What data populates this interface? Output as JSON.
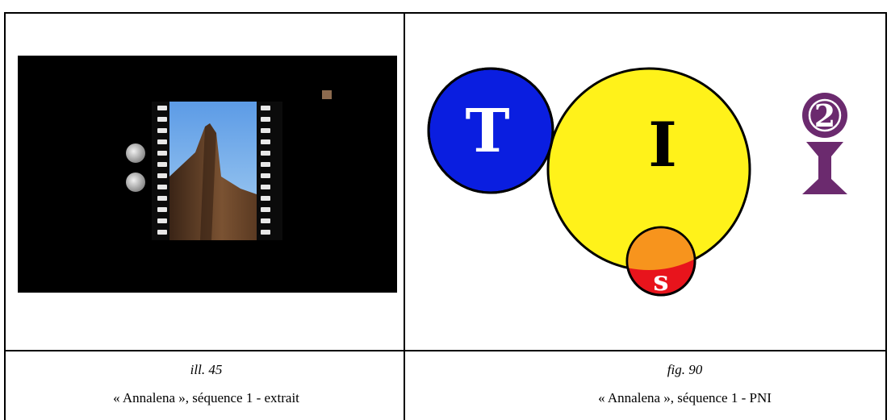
{
  "left": {
    "caption_number": "ill. 45",
    "caption_text": "« Annalena », séquence 1 - extrait"
  },
  "right": {
    "caption_number": "fig. 90",
    "caption_text": "« Annalena », séquence 1 - PNI",
    "diagram": {
      "circle_t_label": "T",
      "circle_i_label": "I",
      "circle_s_label": "s",
      "badge_number": "2",
      "colors": {
        "blue": "#0a1ee0",
        "yellow": "#fff21a",
        "green": "#1aa35a",
        "orange": "#f7941d",
        "red": "#e8141c",
        "purple": "#6b2a6e"
      }
    }
  }
}
